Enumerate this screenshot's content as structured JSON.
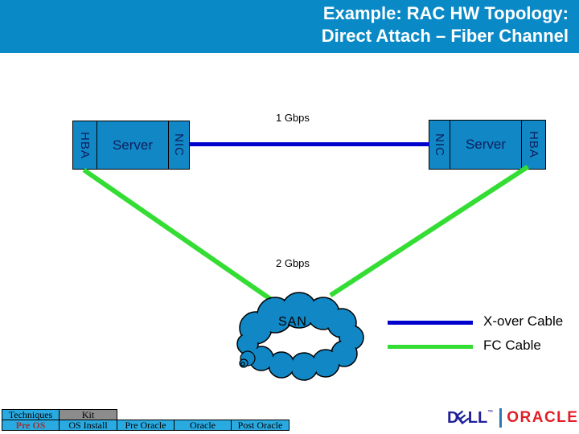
{
  "header": {
    "title_line1": "Example: RAC HW Topology:",
    "title_line2": "Direct Attach – Fiber Channel"
  },
  "diagram": {
    "server_left": {
      "hba": "HBA",
      "name": "Server",
      "nic": "NIC"
    },
    "server_right": {
      "hba": "HBA",
      "name": "Server",
      "nic": "NIC"
    },
    "link_top_label": "1 Gbps",
    "link_bottom_label": "2 Gbps",
    "san_label": "SAN",
    "colors": {
      "xover_cable": "#0101ce",
      "fc_cable": "#33dd33",
      "node_fill": "#1187c5",
      "header_bar": "#0a89c7"
    }
  },
  "legend": {
    "items": [
      {
        "label": "X-over Cable",
        "color": "#0101ce"
      },
      {
        "label": "FC Cable",
        "color": "#33dd33"
      }
    ]
  },
  "footer_nav": {
    "row1": [
      {
        "label": "Techniques"
      },
      {
        "label": "Kit"
      }
    ],
    "row2": [
      {
        "label": "Pre OS"
      },
      {
        "label": "OS Install"
      },
      {
        "label": "Pre Oracle"
      },
      {
        "label": "Oracle"
      },
      {
        "label": "Post Oracle"
      }
    ]
  },
  "branding": {
    "dell_d": "D",
    "dell_e": "E",
    "dell_ll": "LL",
    "dell_tm": "™",
    "oracle": "ORACLE",
    "oracle_tm": "™"
  }
}
